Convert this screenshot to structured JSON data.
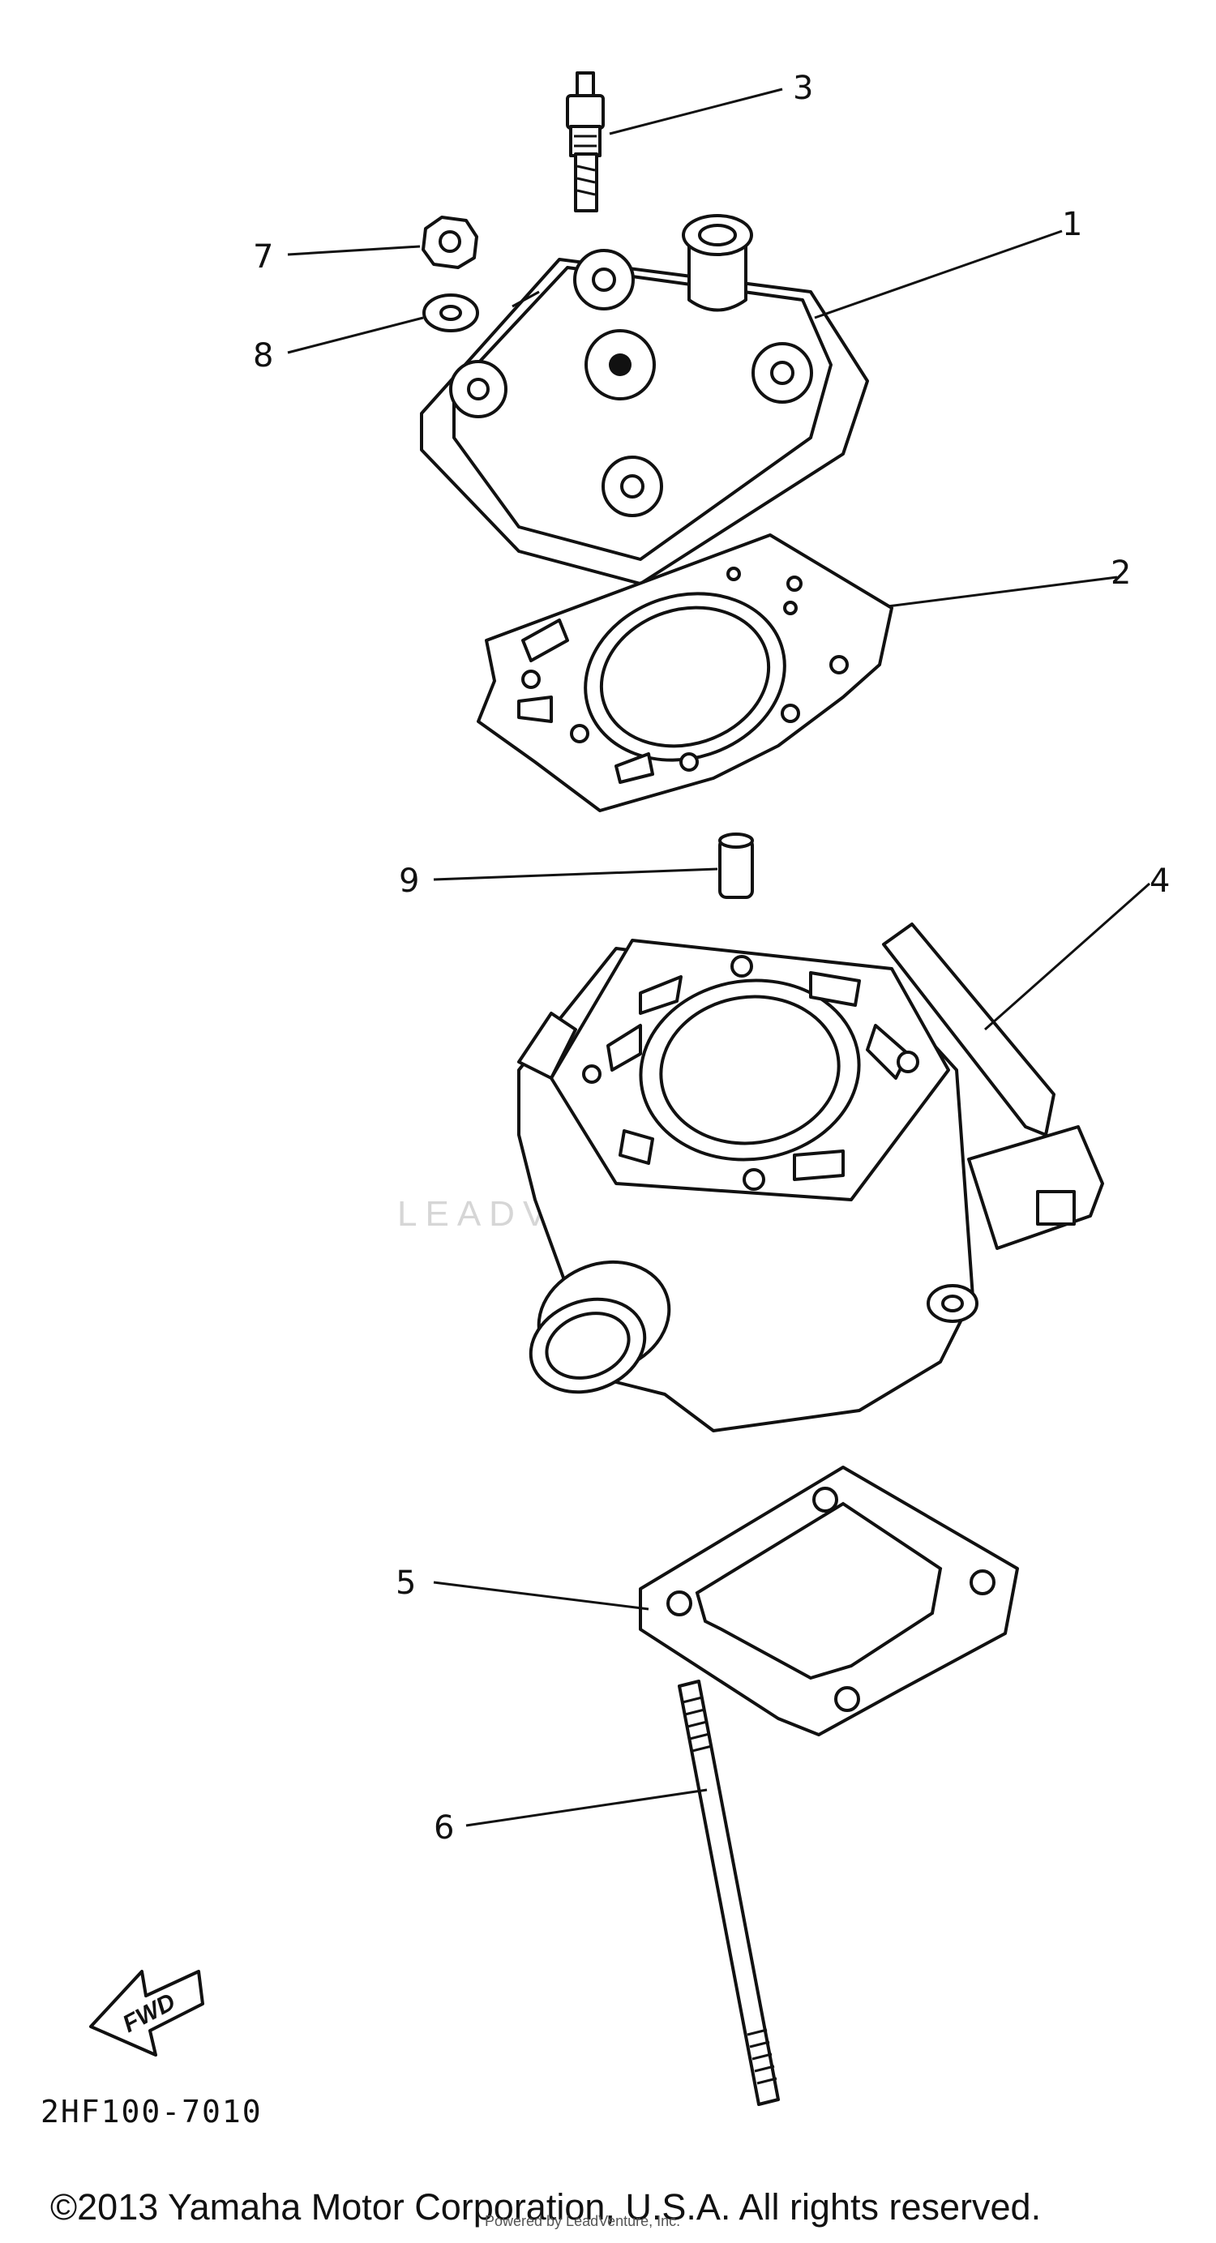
{
  "callouts": [
    "1",
    "2",
    "3",
    "4",
    "5",
    "6",
    "7",
    "8",
    "9"
  ],
  "figure_code": "2HF100-7010",
  "fwd_label": "FWD",
  "watermark": "LEADVENTURE",
  "copyright": "©2013 Yamaha Motor Corporation, U.S.A. All rights reserved.",
  "faint_credit": "Powered by LeadVenture, Inc."
}
